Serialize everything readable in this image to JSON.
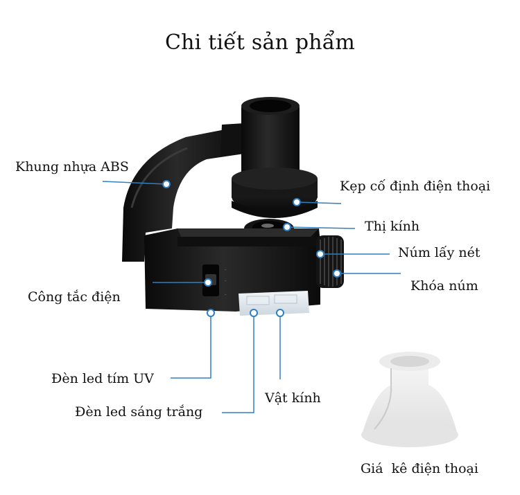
{
  "title": "Chi tiết sản phẩm",
  "accent_line_color": "#2f7fc1",
  "labels": {
    "frame": "Khung nhựa ABS",
    "clamp": "Kẹp cố định điện thoại",
    "eyepiece": "Thị kính",
    "focus_knob": "Núm lấy nét",
    "knob_lock": "Khóa núm",
    "power_switch": "Công tắc điện",
    "uv_led": "Đèn led tím UV",
    "white_led": "Đèn led sáng trắng",
    "objective": "Vật kính",
    "phone_stand": "Giá  kê điện thoại"
  }
}
